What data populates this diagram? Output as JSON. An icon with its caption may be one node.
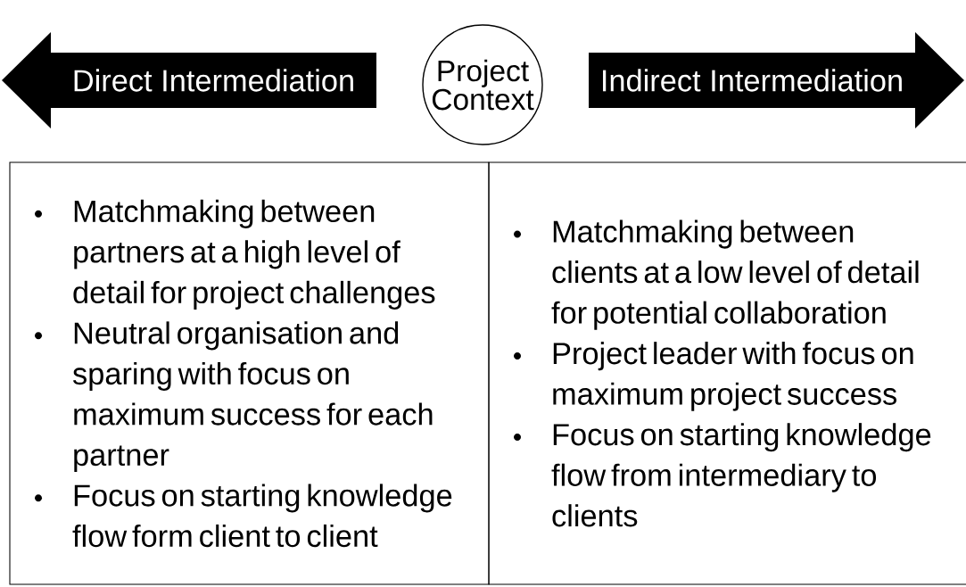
{
  "diagram": {
    "nodes": [
      {
        "text": [
          "Direct Intermediation"
        ]
      },
      {
        "text": [
          "Project Context"
        ]
      },
      {
        "text": [
          "Indirect Intermediation"
        ]
      },
      {
        "text": [
          "Matchmaking between partners at a high level of detail for project challenges",
          "Neutral organisation and sparing with focus on maximum success for each partner",
          "Focus on starting knowledge flow form client to client"
        ]
      },
      {
        "text": [
          "Matchmaking between clients at a low level of detail for potential collaboration",
          "Project leader with focus on maximum project success",
          "Focus on starting knowledge flow from intermediary to clients"
        ]
      }
    ]
  }
}
